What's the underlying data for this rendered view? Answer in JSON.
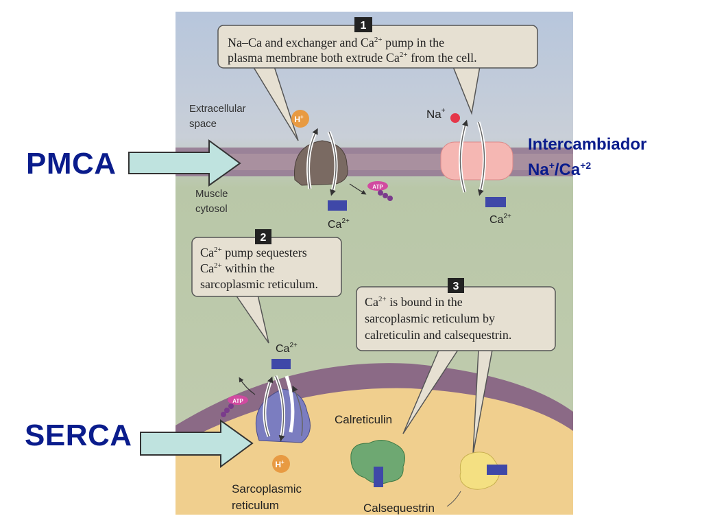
{
  "colors": {
    "accent_blue": "#0a1c8c",
    "arrow_fill": "#bfe3df",
    "ca_ion": "#3f48a8",
    "membrane": "#8b6a86",
    "extracellular": "#c8d2de",
    "cytosol": "#b6c9a0",
    "reticulum": "#f0cf8e"
  },
  "icons": [
    "pmca-pump-icon",
    "na-ca-exchanger-icon",
    "serca-pump-icon",
    "atp-icon",
    "h-plus-icon",
    "na-plus-icon",
    "ca-ion-icon",
    "calreticulin-icon",
    "calsequestrin-icon"
  ],
  "labels": {
    "pmca": "PMCA",
    "serca": "SERCA",
    "exchanger_line1": "Intercambiador",
    "exchanger_na": "Na",
    "exchanger_na_sup": "+",
    "exchanger_sep": "/Ca",
    "exchanger_ca_sup": "+2"
  },
  "figure": {
    "extracellular_1": "Extracellular",
    "extracellular_2": "space",
    "cytosol_1": "Muscle",
    "cytosol_2": "cytosol",
    "na_plus": "Na",
    "na_plus_sup": "+",
    "h_plus": "H",
    "h_plus_sup": "+",
    "atp": "ATP",
    "ca": "Ca",
    "ca_sup": "2+",
    "calreticulin": "Calreticulin",
    "calsequestrin": "Calsequestrin",
    "sr_1": "Sarcoplasmic",
    "sr_2": "reticulum"
  },
  "steps": [
    {
      "number": "1",
      "lines": [
        {
          "a": "Na–Ca and  exchanger and Ca",
          "sup": "2+",
          "b": " pump in the"
        },
        {
          "a": "plasma membrane both extrude  Ca",
          "sup": "2+",
          "b": " from the cell."
        }
      ]
    },
    {
      "number": "2",
      "lines": [
        {
          "a": "Ca",
          "sup": "2+",
          "b": " pump  sequesters"
        },
        {
          "a": "Ca",
          "sup": "2+",
          "b": " within the"
        },
        {
          "a": "sarcoplasmic reticulum.",
          "sup": "",
          "b": ""
        }
      ]
    },
    {
      "number": "3",
      "lines": [
        {
          "a": "Ca",
          "sup": "2+",
          "b": " is bound in the"
        },
        {
          "a": "sarcoplasmic reticulum by",
          "sup": "",
          "b": ""
        },
        {
          "a": "calreticulin and calsequestrin.",
          "sup": "",
          "b": ""
        }
      ]
    }
  ]
}
